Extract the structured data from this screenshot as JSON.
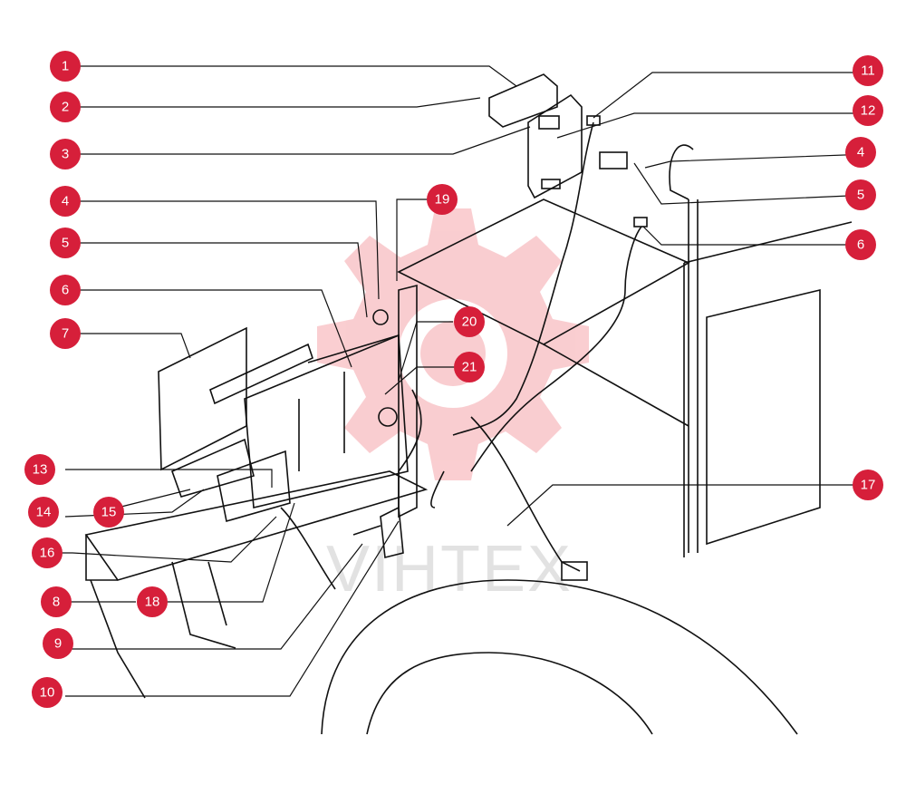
{
  "watermark": {
    "text": "VIHTEX",
    "color": "#e8202f"
  },
  "callout_color": "#d61f3a",
  "callouts_left": [
    "1",
    "2",
    "3",
    "4",
    "5",
    "6",
    "7",
    "13",
    "14",
    "15",
    "16",
    "8",
    "18",
    "9",
    "10"
  ],
  "callouts_right": [
    "11",
    "12",
    "4",
    "5",
    "6",
    "17"
  ],
  "callouts_center": [
    "19",
    "20",
    "21"
  ]
}
